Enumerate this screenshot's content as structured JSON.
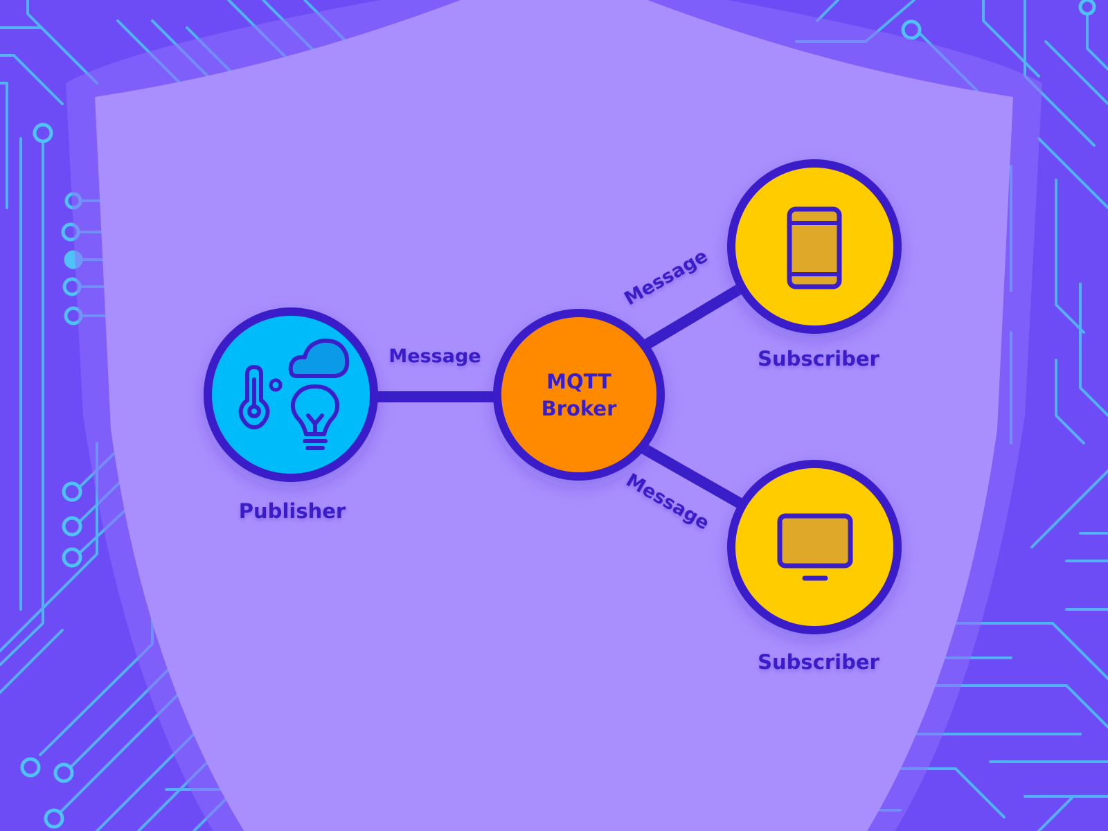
{
  "colors": {
    "background": "#6e4cf5",
    "shield": "#a98ffd",
    "shield_halo": "#8e70fb",
    "circuit": "#4fc3f7",
    "outline": "#3a1fc9",
    "publisher_fill": "#00bbf9",
    "cloud_fill": "#0a9ae8",
    "broker_fill": "#ff8a00",
    "subscriber_fill": "#ffcc00",
    "device_screen": "#e0a828"
  },
  "diagram": {
    "publisher": {
      "label": "Publisher",
      "icons": [
        "thermometer-icon",
        "cloud-icon",
        "lightbulb-icon"
      ]
    },
    "broker": {
      "label_line1": "MQTT",
      "label_line2": "Broker"
    },
    "subscribers": [
      {
        "label": "Subscriber",
        "icon": "smartphone-icon"
      },
      {
        "label": "Subscriber",
        "icon": "monitor-icon"
      }
    ],
    "edges": [
      {
        "from": "publisher",
        "to": "broker",
        "label": "Message"
      },
      {
        "from": "broker",
        "to": "subscriber-1",
        "label": "Message"
      },
      {
        "from": "broker",
        "to": "subscriber-2",
        "label": "Message"
      }
    ]
  }
}
